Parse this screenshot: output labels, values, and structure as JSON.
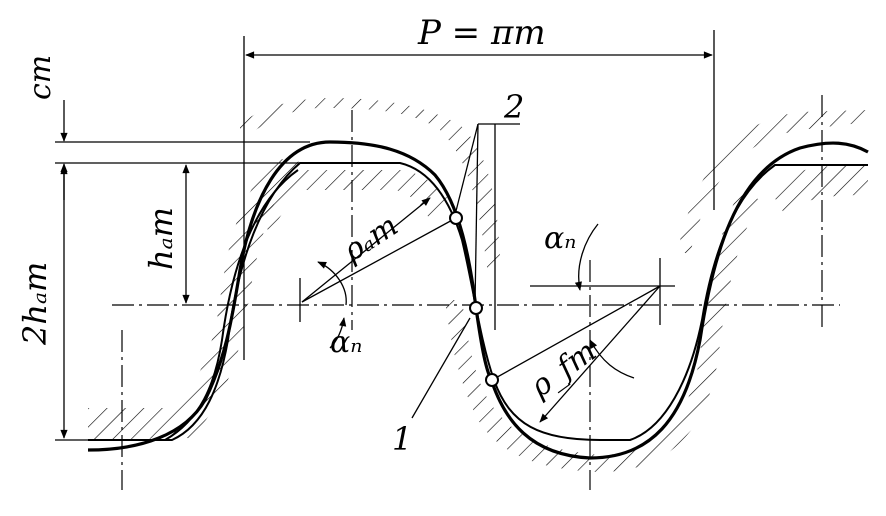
{
  "labels": {
    "pitch": "P = πm",
    "cm": "cm",
    "two_ha_m": "2hₐm",
    "ha_m": "hₐm",
    "rho_a_m": "ρₐm",
    "rho_f_m": "ρ_fm",
    "alpha_n_top": "αₙ",
    "alpha_n_bottom": "αₙ",
    "point_1": "1",
    "point_2": "2"
  }
}
